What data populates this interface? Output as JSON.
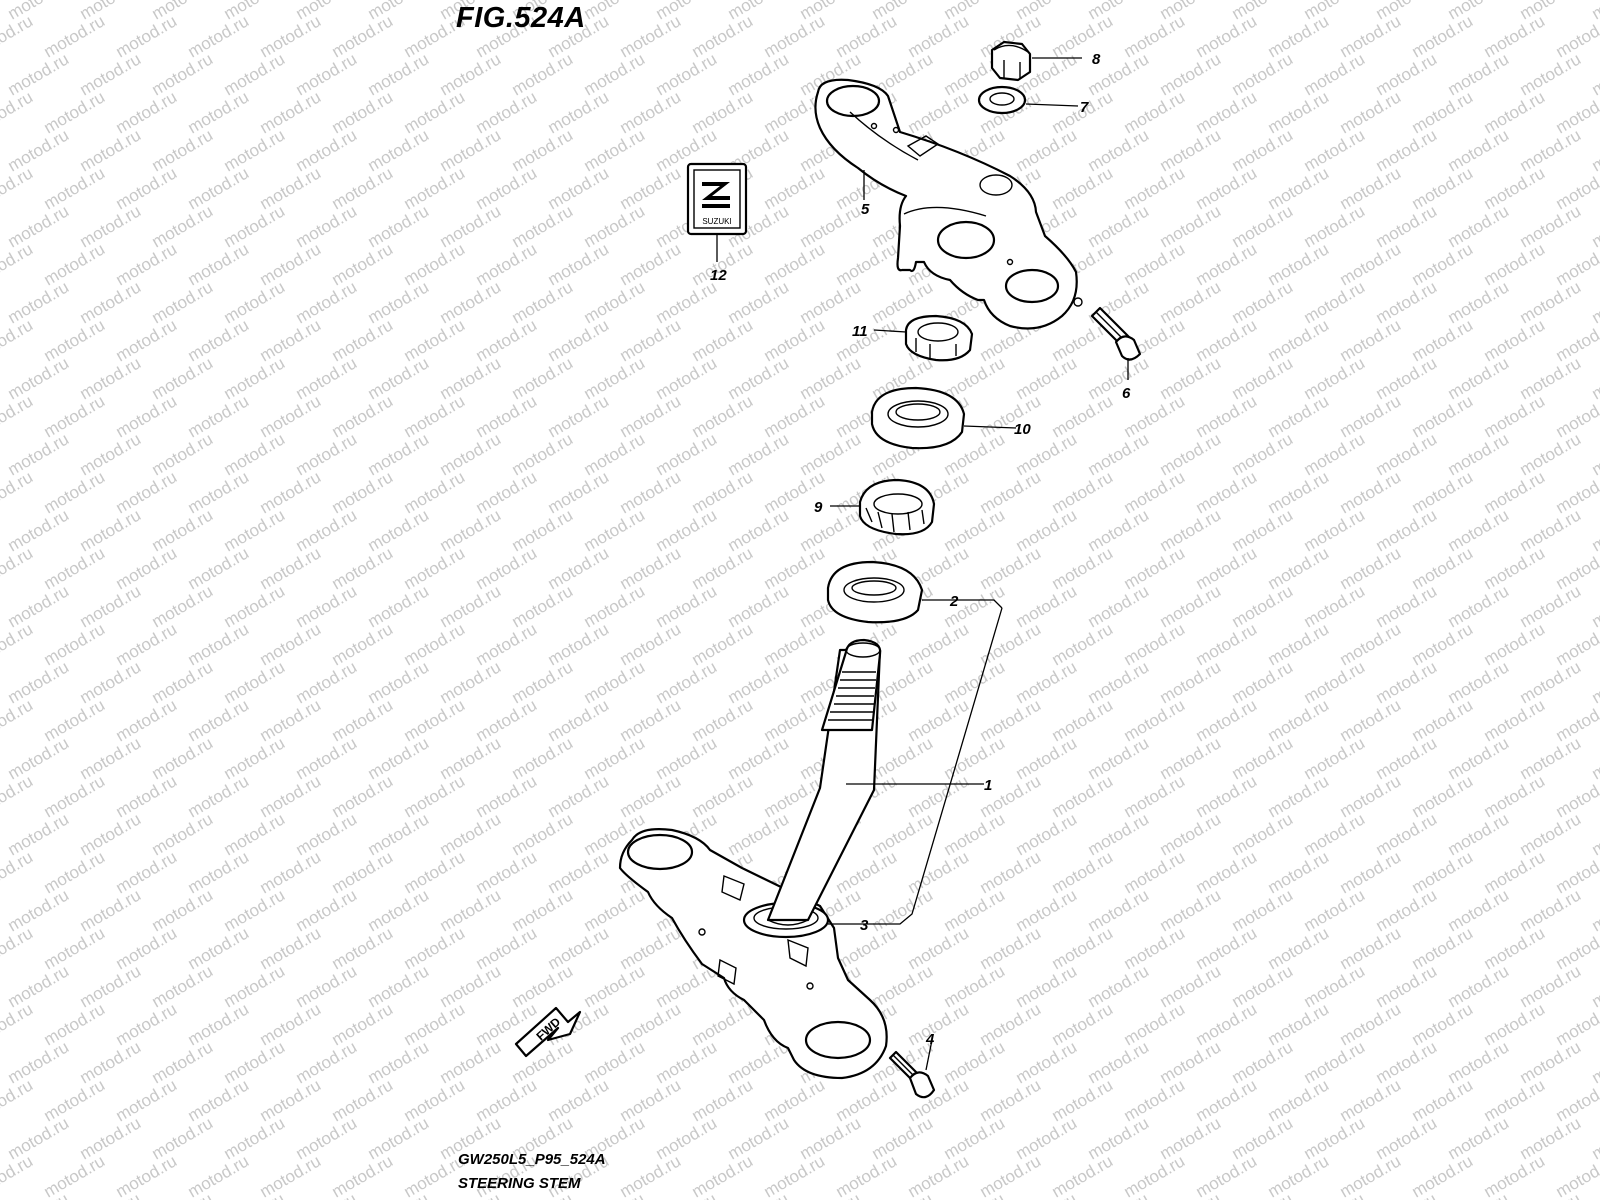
{
  "figure": {
    "title": "FIG.524A",
    "diagram_code": "GW250L5_P95_524A",
    "diagram_name": "STEERING STEM"
  },
  "watermark": {
    "text": "motod.ru",
    "color": "#c8c8c8"
  },
  "direction_arrow": {
    "label": "FWD"
  },
  "logo": {
    "text": "SUZUKI"
  },
  "callouts": [
    {
      "id": "1",
      "part": "steering-stem-lower-bracket"
    },
    {
      "id": "2",
      "part": "lower-bearing-race"
    },
    {
      "id": "3",
      "part": "dust-seal"
    },
    {
      "id": "4",
      "part": "lower-bracket-bolt"
    },
    {
      "id": "5",
      "part": "upper-bracket"
    },
    {
      "id": "6",
      "part": "upper-bracket-bolt"
    },
    {
      "id": "7",
      "part": "washer"
    },
    {
      "id": "8",
      "part": "stem-head-nut"
    },
    {
      "id": "9",
      "part": "upper-bearing"
    },
    {
      "id": "10",
      "part": "upper-bearing-race"
    },
    {
      "id": "11",
      "part": "steering-stem-nut"
    },
    {
      "id": "12",
      "part": "emblem"
    }
  ]
}
